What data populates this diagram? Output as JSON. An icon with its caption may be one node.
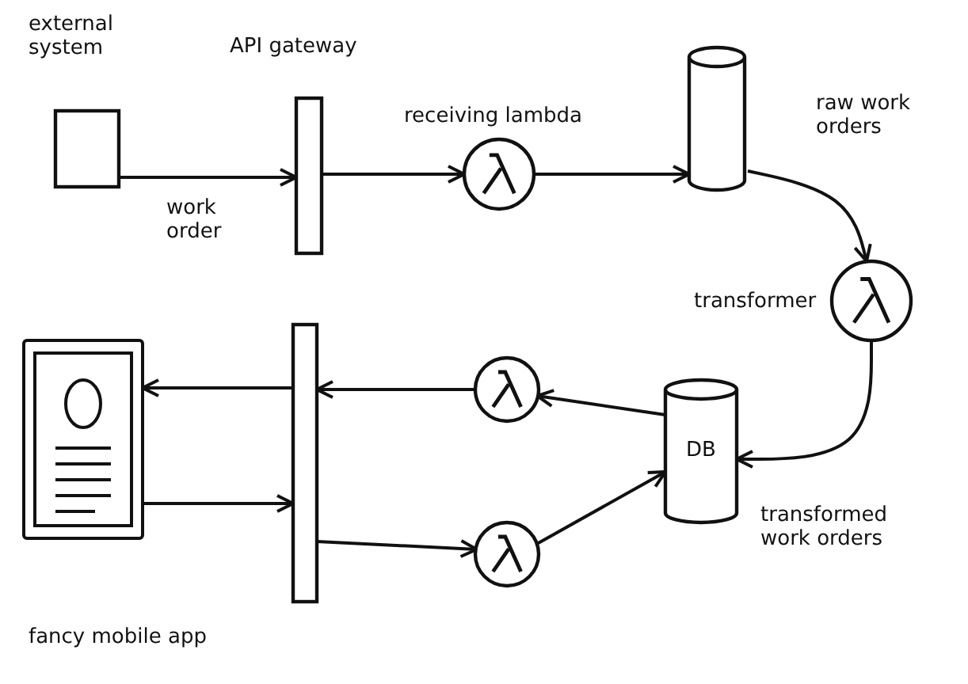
{
  "diagram": {
    "nodes": [
      {
        "text": [
          "external system"
        ]
      },
      {
        "text": [
          "API gateway"
        ]
      },
      {
        "text": [
          "receiving lambda"
        ]
      },
      {
        "text": [],
        "shape": "cylinder"
      },
      {
        "text": [
          "transformer"
        ]
      },
      {
        "text": [
          "DB"
        ],
        "beside": [
          "transformed work orders"
        ]
      },
      {
        "text": [],
        "shape": "circle"
      },
      {
        "text": [],
        "shape": "circle"
      },
      {
        "text": [],
        "shape": "bar"
      },
      {
        "text": [
          "fancy mobile app"
        ]
      }
    ],
    "edges": [
      {
        "from": 0,
        "to": 1,
        "arrow": "to",
        "label": "work order"
      },
      {
        "from": 1,
        "to": 2,
        "arrow": "to"
      },
      {
        "from": 2,
        "to": 3,
        "arrow": "to"
      },
      {
        "from": 3,
        "to": 4,
        "arrow": "to",
        "label": "raw work orders"
      },
      {
        "from": 4,
        "to": 5,
        "arrow": "to"
      },
      {
        "from": 5,
        "to": 6,
        "arrow": "to"
      },
      {
        "from": 6,
        "to": 8,
        "arrow": "to"
      },
      {
        "from": 8,
        "to": 9,
        "arrow": "to"
      },
      {
        "from": 9,
        "to": 8,
        "arrow": "to"
      },
      {
        "from": 8,
        "to": 7,
        "arrow": "to"
      },
      {
        "from": 7,
        "to": 5,
        "arrow": "to"
      }
    ]
  }
}
